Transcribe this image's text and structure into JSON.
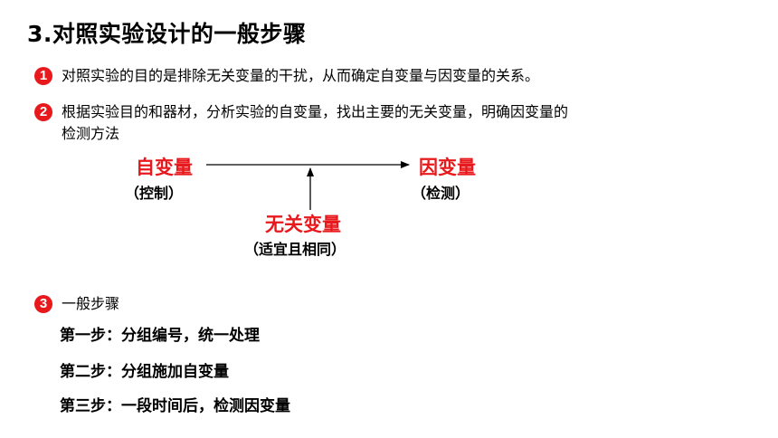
{
  "title": "3.对照实验设计的一般步骤",
  "points": [
    {
      "num": "1",
      "text": "对照实验的目的是排除无关变量的干扰，从而确定自变量与因变量的关系。"
    },
    {
      "num": "2",
      "text_line1": "根据实验目的和器材，分析实验的自变量，找出主要的无关变量，明确因变量的",
      "text_line2": "检测方法"
    },
    {
      "num": "3",
      "text": "一般步骤"
    }
  ],
  "diagram": {
    "independent": {
      "label": "自变量",
      "note": "（控制）"
    },
    "dependent": {
      "label": "因变量",
      "note": "（检测）"
    },
    "irrelevant": {
      "label": "无关变量",
      "note": "（适宜且相同）"
    }
  },
  "steps": [
    "第一步：分组编号，统一处理",
    "第二步：分组施加自变量",
    "第三步：一段时间后，检测因变量"
  ],
  "colors": {
    "accent": "#e8191d"
  }
}
